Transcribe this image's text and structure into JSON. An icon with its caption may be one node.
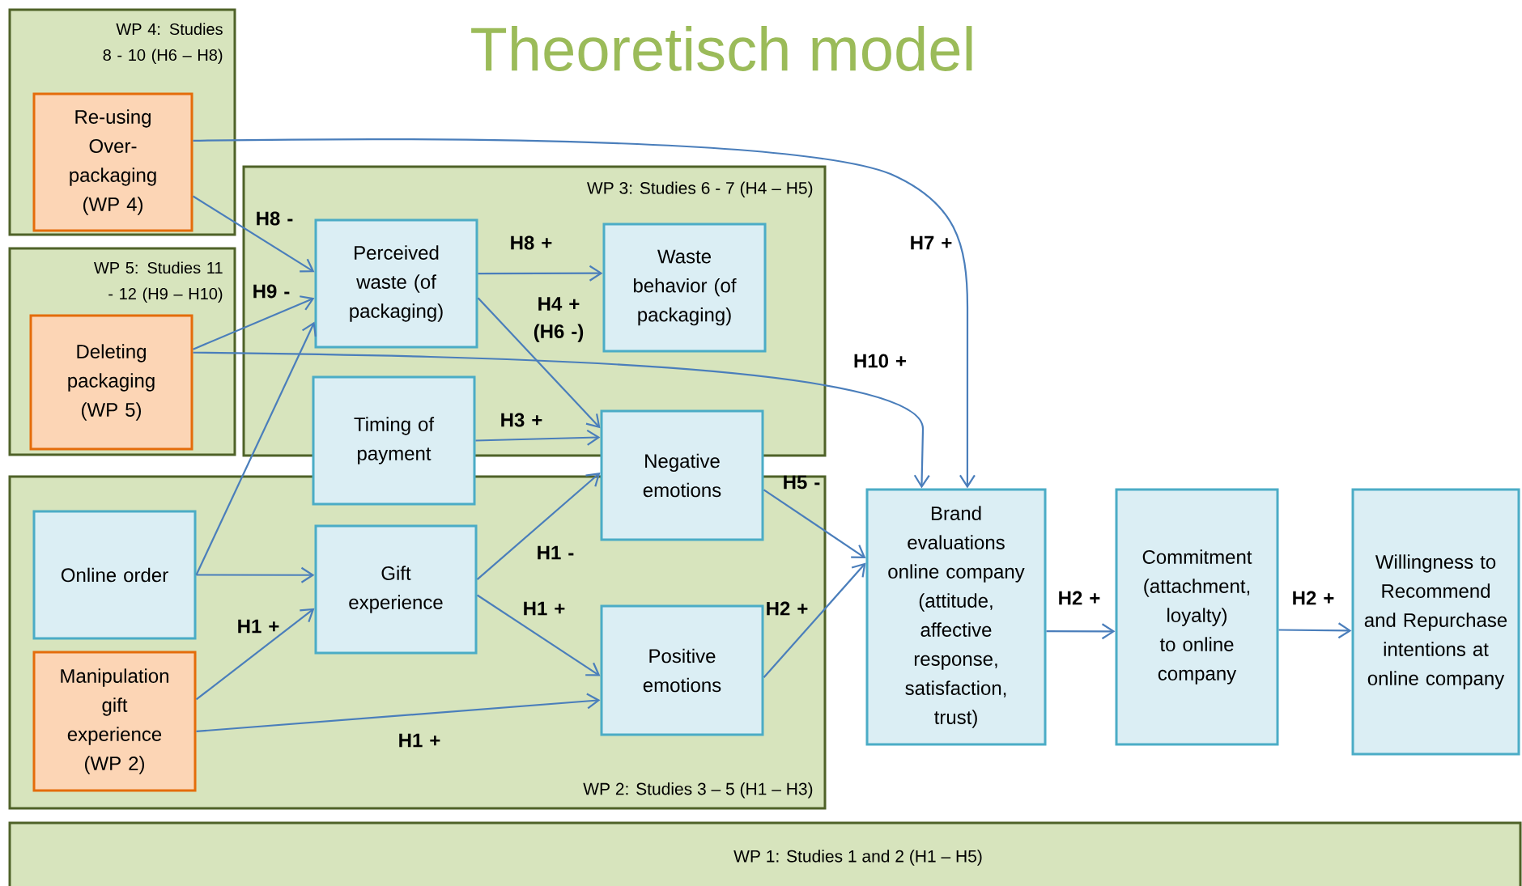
{
  "diagram": {
    "title": "Theoretisch model",
    "nodes": [
      {
        "text": [
          "WP 4: Studies 8 - 10 (H6 – H8)"
        ]
      },
      {
        "text": [
          "Re-using Over-packaging (WP 4)"
        ],
        "in": 0
      },
      {
        "text": [
          "WP 5: Studies 11 - 12 (H9 – H10)"
        ]
      },
      {
        "text": [
          "Deleting packaging (WP 5)"
        ],
        "in": 2
      },
      {
        "text": [
          "WP 3: Studies 6 - 7 (H4 – H5)"
        ]
      },
      {
        "text": [
          "Perceived waste (of packaging)"
        ],
        "in": 4
      },
      {
        "text": [
          "Waste behavior (of packaging)"
        ],
        "in": 4
      },
      {
        "text": [
          "Timing of payment"
        ]
      },
      {
        "text": [
          "Negative emotions"
        ]
      },
      {
        "text": [
          "WP 2: Studies 3 – 5 (H1 – H3)"
        ]
      },
      {
        "text": [
          "Online order"
        ],
        "in": 9
      },
      {
        "text": [
          "Gift experience"
        ],
        "in": 9
      },
      {
        "text": [
          "Manipulation gift experience (WP 2)"
        ],
        "in": 9
      },
      {
        "text": [
          "Positive emotions"
        ],
        "in": 9
      },
      {
        "text": [
          "Brand evaluations online company (attitude, affective response, satisfaction, trust)"
        ]
      },
      {
        "text": [
          "Commitment (attachment, loyalty) to online company"
        ]
      },
      {
        "text": [
          "Willingness to Recommend and Repurchase intentions at online company"
        ]
      },
      {
        "text": [
          "WP 1: Studies 1 and 2 (H1 – H5)"
        ]
      }
    ],
    "edges": [
      {
        "from": 1,
        "to": 14,
        "arrow": "to",
        "label": "H7 +"
      },
      {
        "from": 1,
        "to": 5,
        "arrow": "to",
        "label": "H8 -"
      },
      {
        "from": 3,
        "to": 5,
        "arrow": "to",
        "label": "H9 -"
      },
      {
        "from": 3,
        "to": 14,
        "arrow": "to",
        "label": "H10 +"
      },
      {
        "from": 10,
        "to": 5,
        "arrow": "to"
      },
      {
        "from": 5,
        "to": 6,
        "arrow": "to",
        "label": "H8 +"
      },
      {
        "from": 5,
        "to": 8,
        "arrow": "to",
        "label": "H4 + (H6 -)"
      },
      {
        "from": 7,
        "to": 8,
        "arrow": "to",
        "label": "H3 +"
      },
      {
        "from": 10,
        "to": 11,
        "arrow": "to"
      },
      {
        "from": 12,
        "to": 11,
        "arrow": "to",
        "label": "H1 +"
      },
      {
        "from": 11,
        "to": 8,
        "arrow": "to",
        "label": "H1 -"
      },
      {
        "from": 11,
        "to": 13,
        "arrow": "to",
        "label": "H1 +"
      },
      {
        "from": 12,
        "to": 13,
        "arrow": "to",
        "label": "H1 +"
      },
      {
        "from": 8,
        "to": 14,
        "arrow": "to",
        "label": "H5 -"
      },
      {
        "from": 13,
        "to": 14,
        "arrow": "to",
        "label": "H2 +"
      },
      {
        "from": 14,
        "to": 15,
        "arrow": "to",
        "label": "H2 +"
      },
      {
        "from": 15,
        "to": 16,
        "arrow": "to",
        "label": "H2 +"
      }
    ]
  }
}
